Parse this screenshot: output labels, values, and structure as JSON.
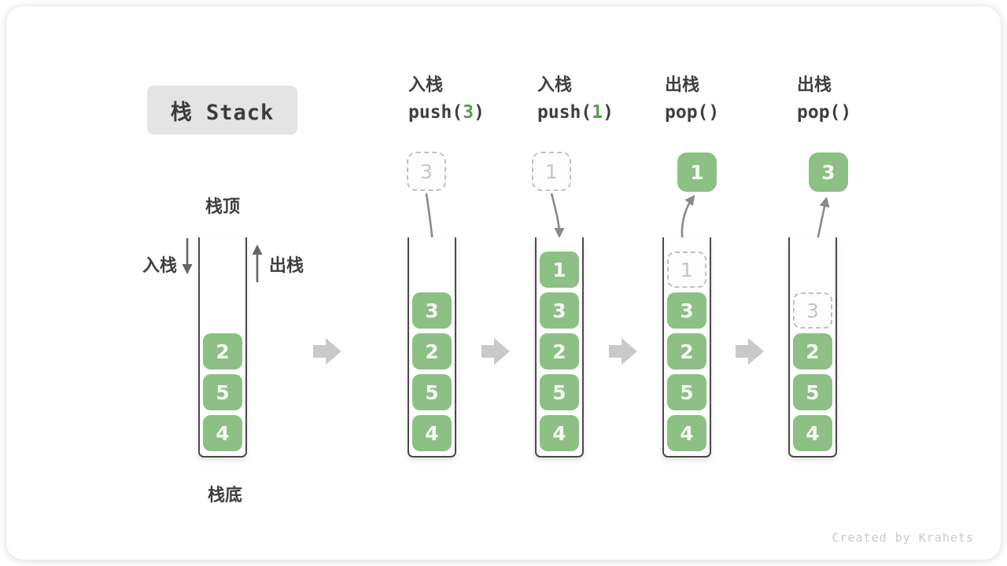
{
  "title": "栈 Stack",
  "labels": {
    "stack_top": "栈顶",
    "stack_bottom": "栈底",
    "push_side": "入栈",
    "pop_side": "出栈"
  },
  "columns": {
    "c1": {
      "slots": {
        "s2": "2",
        "s3": "5",
        "s4": "4"
      }
    },
    "c2": {
      "op_cn": "入栈",
      "code_pre": "push(",
      "code_arg": "3",
      "code_post": ")",
      "ghost": "3",
      "slots": {
        "s1": "3",
        "s2": "2",
        "s3": "5",
        "s4": "4"
      }
    },
    "c3": {
      "op_cn": "入栈",
      "code_pre": "push(",
      "code_arg": "1",
      "code_post": ")",
      "ghost": "1",
      "slots": {
        "s0": "1",
        "s1": "3",
        "s2": "2",
        "s3": "5",
        "s4": "4"
      }
    },
    "c4": {
      "op_cn": "出栈",
      "code_pre": "pop(",
      "code_post": ")",
      "popped": "1",
      "ghost": "1",
      "slots": {
        "s1": "3",
        "s2": "2",
        "s3": "5",
        "s4": "4"
      }
    },
    "c5": {
      "op_cn": "出栈",
      "code_pre": "pop(",
      "code_post": ")",
      "popped": "3",
      "ghost": "3",
      "slots": {
        "s2": "2",
        "s3": "5",
        "s4": "4"
      }
    }
  },
  "watermark": "Created by Krahets",
  "colors": {
    "box_green": "#8cc084",
    "box_text": "#f6f9f4",
    "arg_green": "#50a345",
    "dark_text": "#3f3f3f",
    "wall": "#4a4a4a",
    "curve_arrow": "#8a8a8a",
    "straight_arrow": "#666666",
    "block_arrow": "#c9c9c9",
    "ghost_border": "#c2c2c2",
    "ghost_text": "#c6c6c6",
    "title_bg": "#e4e4e4",
    "watermark_text": "#c9c9c9"
  }
}
